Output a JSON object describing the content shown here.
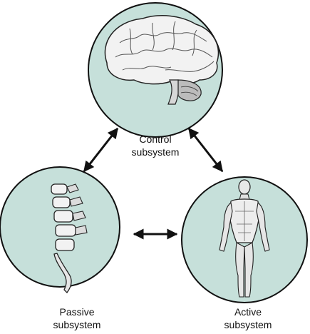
{
  "colors": {
    "circle_fill": "#c6e0da",
    "circle_stroke": "#111111",
    "arrow": "#111111",
    "illustration_fill": "#f2f2f2",
    "illustration_shade": "#b9b9b9"
  },
  "nodes": {
    "control": {
      "line1": "Control",
      "line2": "subsystem",
      "icon": "brain-icon"
    },
    "passive": {
      "line1": "Passive",
      "line2": "subsystem",
      "icon": "spine-icon"
    },
    "active": {
      "line1": "Active",
      "line2": "subsystem",
      "icon": "muscular-figure-icon"
    }
  },
  "arrows": [
    {
      "from": "control",
      "to": "passive",
      "direction": "bidirectional"
    },
    {
      "from": "control",
      "to": "active",
      "direction": "bidirectional"
    },
    {
      "from": "passive",
      "to": "active",
      "direction": "bidirectional"
    }
  ]
}
